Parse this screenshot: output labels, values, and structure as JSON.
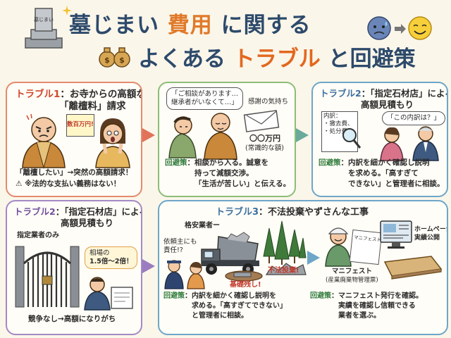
{
  "header": {
    "title_line1_a": "墓じまい",
    "title_line1_b": "費用",
    "title_line1_c": "に関する",
    "title_line2_a": "よくある",
    "title_line2_b": "トラブル",
    "title_line2_c": "と回避策",
    "grave_label": "墓じまい",
    "yen_sign": "$"
  },
  "panel1": {
    "title_num": "トラブル1",
    "title_text_1": "：お寺からの高額な",
    "title_text_2": "「離檀料」請求",
    "paper_text": "数百万円!",
    "line1": "「離檀したい」→突然の高額請求！",
    "line2": "⚠ ※法的な支払い義務はない！"
  },
  "panel2": {
    "bubble_1": "「ご相談があります…",
    "bubble_2": "継承者がいなくて…」",
    "gift_label": "感謝の気持ち",
    "amount_1": "〇〇万円",
    "amount_2": "(常識的な額)",
    "kaihi_label": "回避策",
    "kaihi_1": "：相談から入る。誠意を",
    "kaihi_2": "持って減額交渉。",
    "kaihi_3": "「生活が苦しい」と伝える。"
  },
  "panel3": {
    "title_num": "トラブル2",
    "title_text_1": "：「指定石材店」による",
    "title_text_2": "高額見積もり",
    "doc_1": "内訳：",
    "doc_2": "・撤去費、",
    "doc_3": "・処分費…",
    "bubble": "「この内訳は？」",
    "kaihi_label": "回避策",
    "kaihi_1": "：内訳を細かく確認し説明",
    "kaihi_2": "を求める。「高すぎて",
    "kaihi_3": "できない」と管理者に相談。"
  },
  "panel4": {
    "title_num": "トラブル2",
    "title_text_1": "：「指定石材店」による",
    "title_text_2": "高額見積もり",
    "gate_label": "指定業者のみ",
    "bubble_1": "相場の",
    "bubble_2": "1.5倍〜2倍！",
    "line1": "競争なし→高額になりがち"
  },
  "panel5": {
    "title_num": "トラブル3",
    "title_text": "：不法投棄やずさんな工事",
    "cheap_label": "格安業者ー",
    "who_1": "依頼主にも",
    "who_2": "責任!?",
    "dump_label": "不法投棄!",
    "base_label": "基礎残し!",
    "manifest_doc": "マニフェスト",
    "manifest_1": "マニフェスト",
    "manifest_2": "(産業廃棄物管理票)",
    "hp_1": "ホームページ",
    "hp_2": "実績公開",
    "kaihi_a_label": "回避策",
    "kaihi_a_1": "：内訳を細かく確認し説明を",
    "kaihi_a_2": "求める。「高すぎてできない」",
    "kaihi_a_3": "と管理者に相談。",
    "kaihi_b_label": "回避策",
    "kaihi_b_1": "：マニフェスト発行を確認。",
    "kaihi_b_2": "実績を確認し信頼できる",
    "kaihi_b_3": "業者を選ぶ。"
  },
  "colors": {
    "title_navy": "#2d4a6b",
    "title_orange": "#e07a2a",
    "red_panel": "#e48a6e",
    "green_panel": "#8dbd78",
    "blue_panel": "#6ea6c8",
    "purple_panel": "#a58ac4"
  }
}
